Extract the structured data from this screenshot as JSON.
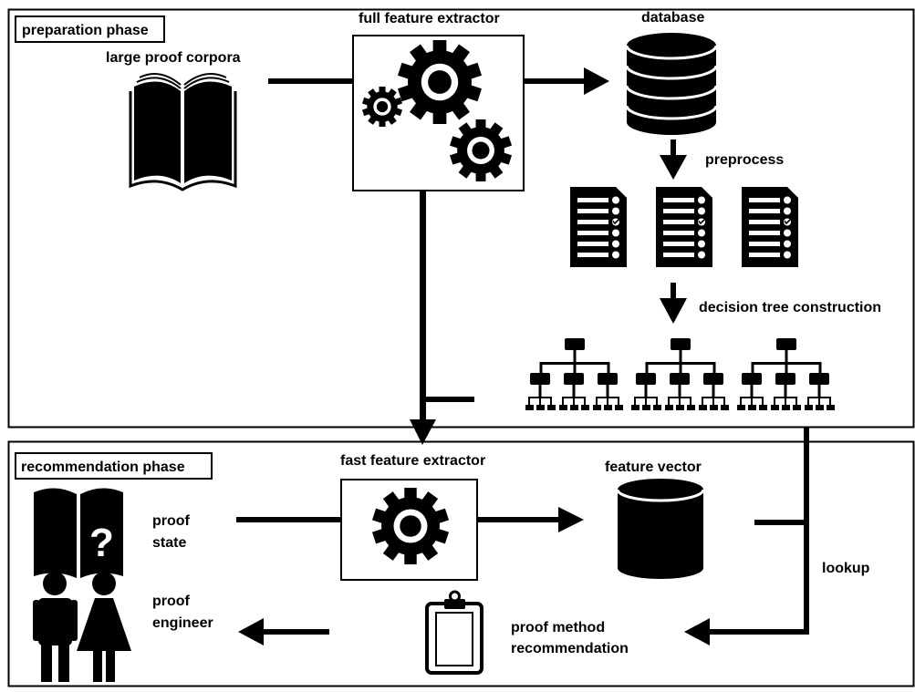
{
  "preparation": {
    "phase_label": "preparation phase",
    "corpora_label": "large proof corpora",
    "extractor_label": "full feature extractor",
    "database_label": "database",
    "preprocess_label": "preprocess",
    "tree_label": "decision tree construction"
  },
  "recommendation": {
    "phase_label": "recommendation phase",
    "extractor_label": "fast feature extractor",
    "vector_label": "feature vector",
    "state_label_line1": "proof",
    "state_label_line2": "state",
    "engineer_label_line1": "proof",
    "engineer_label_line2": "engineer",
    "lookup_label": "lookup",
    "method_label_line1": "proof method",
    "method_label_line2": "recommendation"
  },
  "icons": {
    "book": "open-book-icon",
    "question_book": "question-book-icon",
    "gears": "gears-icon",
    "gear": "gear-icon",
    "database": "database-icon",
    "vector": "cylinder-icon",
    "checklist": "checklist-icon",
    "tree": "decision-tree-icon",
    "people": "people-icon",
    "clipboard": "clipboard-icon"
  },
  "colors": {
    "ink": "#000000",
    "background": "#ffffff"
  }
}
